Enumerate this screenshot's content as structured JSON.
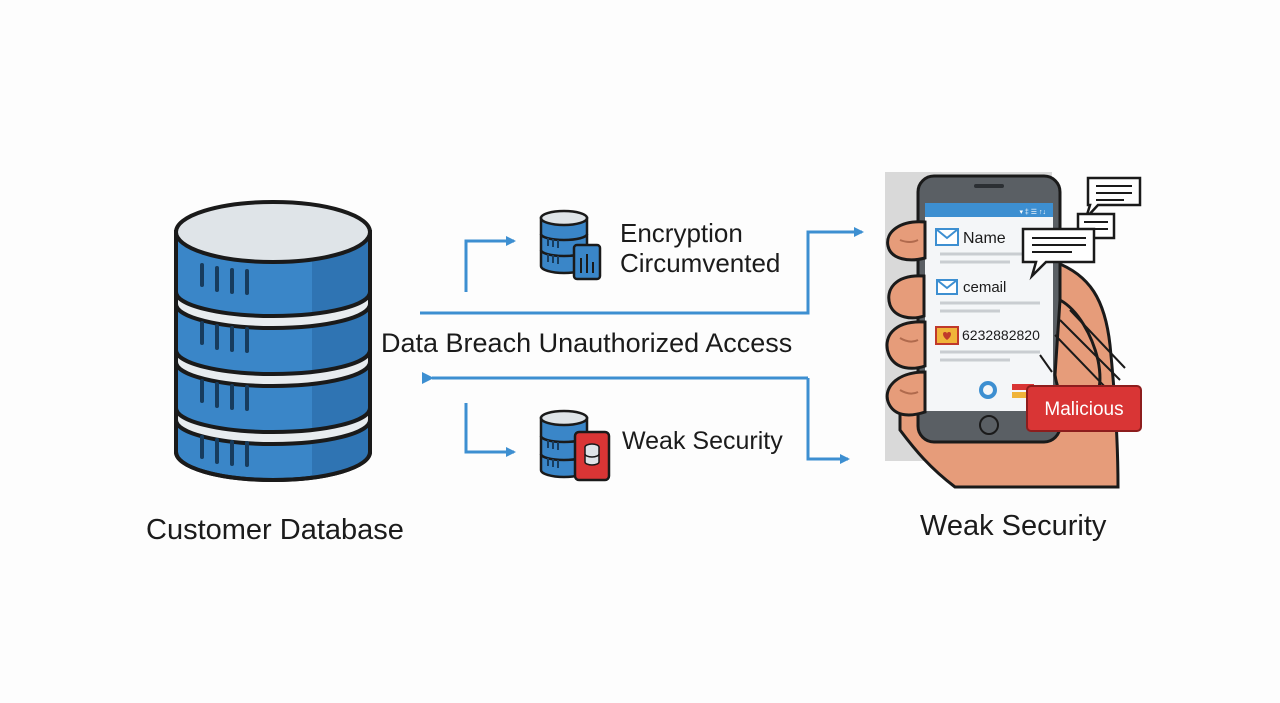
{
  "labels": {
    "database": "Customer Database",
    "center": "Data Breach Unauthorized Access",
    "encryption_line1": "Encryption",
    "encryption_line2": "Circumvented",
    "weak_security_mid": "Weak Security",
    "weak_security_phone": "Weak Security"
  },
  "phone": {
    "status": "▾ ‡ ☰ ↑↓",
    "field_name": "Name",
    "field_email": "cemail",
    "field_card": "6232882820",
    "malicious_badge": "Malicious"
  },
  "colors": {
    "accent_blue": "#3d8fd1",
    "db_blue": "#3a86c8",
    "alert_red": "#d93535"
  }
}
